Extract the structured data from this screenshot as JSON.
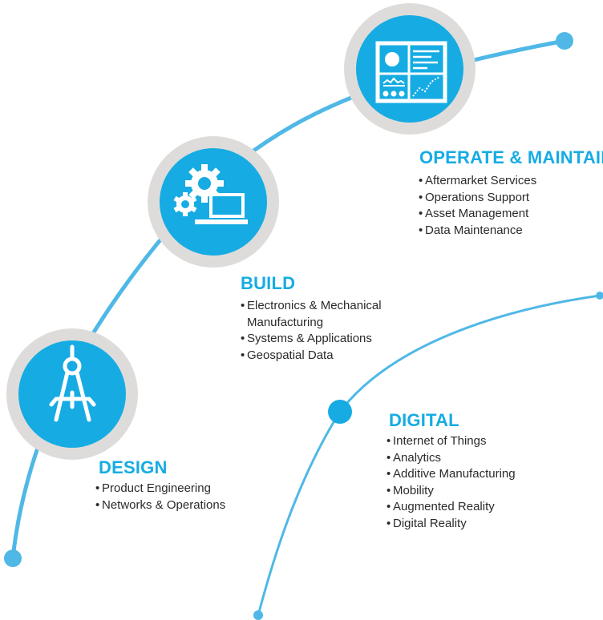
{
  "colors": {
    "accent": "#16ace3",
    "curve": "#4fb8e6",
    "ring": "#dedcda",
    "icon_white": "#ffffff",
    "text": "#2a2a2a"
  },
  "stages": {
    "design": {
      "title": "DESIGN",
      "icon": "drafting-compass-icon",
      "items": [
        "Product Engineering",
        "Networks & Operations"
      ]
    },
    "build": {
      "title": "BUILD",
      "icon": "gears-laptop-icon",
      "items": [
        "Electronics & Mechanical",
        "Manufacturing",
        "Systems & Applications",
        "Geospatial Data"
      ]
    },
    "operate": {
      "title": "OPERATE & MAINTAIN",
      "icon": "dashboard-monitor-icon",
      "items": [
        "Aftermarket Services",
        "Operations Support",
        "Asset Management",
        "Data Maintenance"
      ]
    },
    "digital": {
      "title": "DIGITAL",
      "items": [
        "Internet of Things",
        "Analytics",
        "Additive Manufacturing",
        "Mobility",
        "Augmented Reality",
        "Digital Reality"
      ]
    }
  }
}
